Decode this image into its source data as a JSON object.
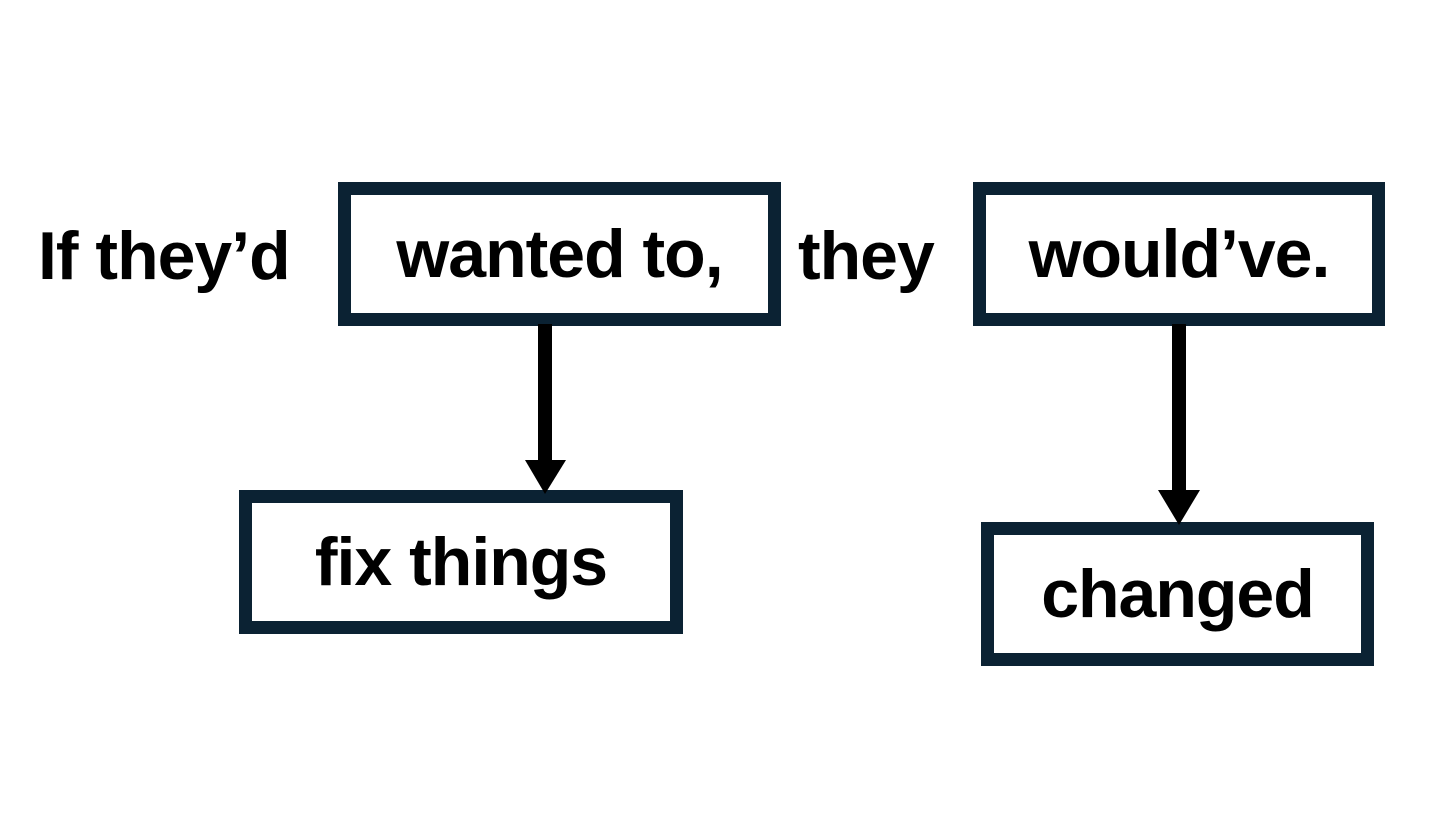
{
  "sentence": {
    "part1": "If they’d",
    "part2": "wanted to,",
    "part3": "they",
    "part4": "would’ve."
  },
  "replacements": {
    "left": "fix things",
    "right": "changed"
  },
  "colors": {
    "box_border": "#0b2233",
    "text": "#000000",
    "arrow": "#000000",
    "background": "#ffffff"
  }
}
